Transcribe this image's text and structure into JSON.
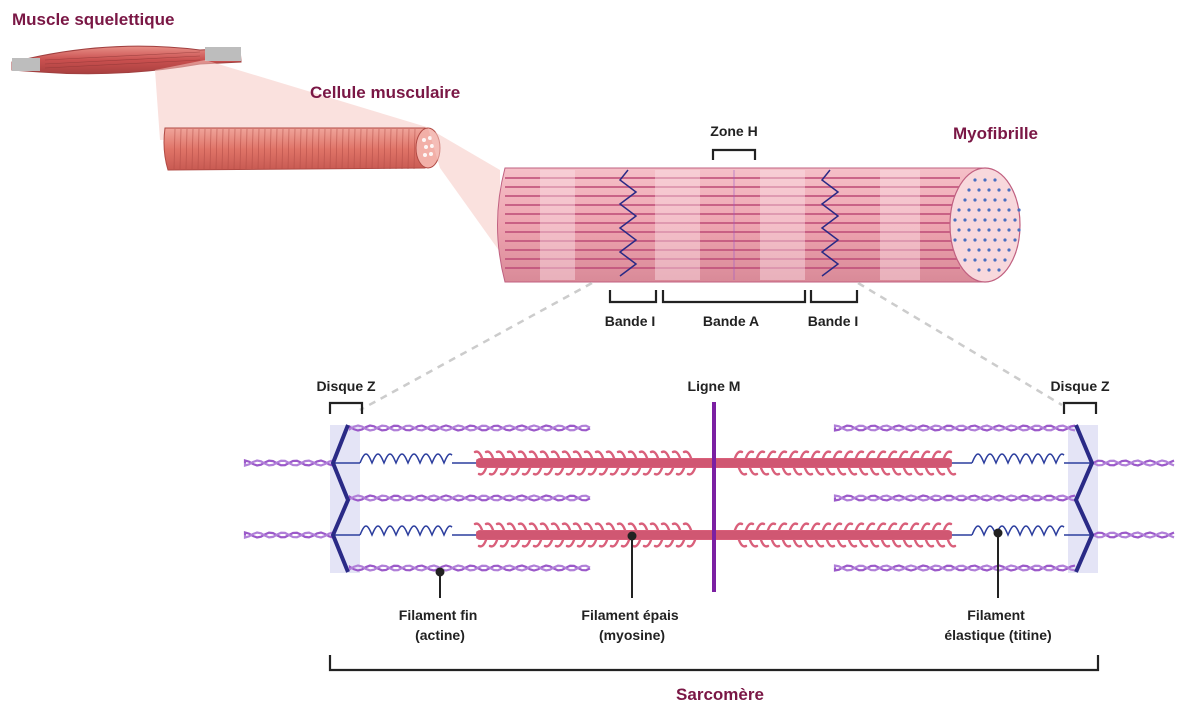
{
  "labels": {
    "muscle": "Muscle squelettique",
    "cellule": "Cellule musculaire",
    "myofibrille": "Myofibrille",
    "zone_h": "Zone H",
    "bande_i_left": "Bande I",
    "bande_a": "Bande A",
    "bande_i_right": "Bande I",
    "disque_z_left": "Disque Z",
    "ligne_m": "Ligne M",
    "disque_z_right": "Disque Z",
    "filament_fin": [
      "Filament fin",
      "(actine)"
    ],
    "filament_epais": [
      "Filament épais",
      "(myosine)"
    ],
    "filament_elastique": [
      "Filament",
      "élastique (titine)"
    ],
    "sarcomere": "Sarcomère"
  },
  "colors": {
    "title": "#7a1745",
    "muscle": "#d9706e",
    "actin": "#9b59c9",
    "myosin": "#d95f7a",
    "titin": "#2c3e9e",
    "z_disc": "#2a2a86",
    "m_line": "#7b1fa2"
  }
}
